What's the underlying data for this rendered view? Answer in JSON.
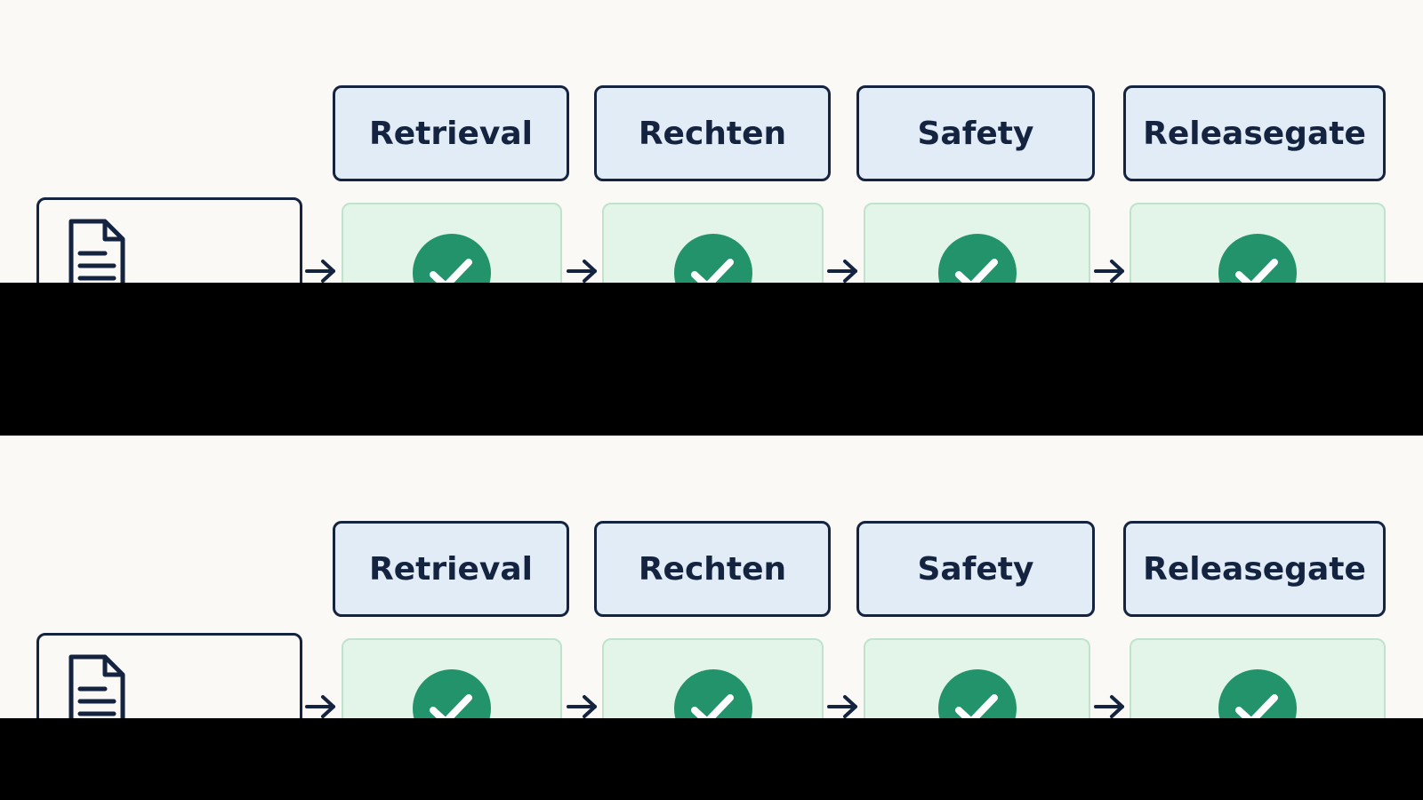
{
  "colors": {
    "background": "#faf9f5",
    "divider_band": "#000000",
    "ink": "#14233f",
    "stage_fill": "#e2ecf6",
    "status_fill": "#e2f5e8",
    "status_border": "#bfe3cc",
    "check_green": "#23936b"
  },
  "icons": {
    "source": "document-icon",
    "flow": "arrow-right-icon",
    "status": "check-circle-icon"
  },
  "panels": [
    {
      "stages": [
        {
          "label": "Retrieval",
          "status": "passed"
        },
        {
          "label": "Rechten",
          "status": "passed"
        },
        {
          "label": "Safety",
          "status": "passed"
        },
        {
          "label": "Releasegate",
          "status": "passed"
        }
      ]
    },
    {
      "stages": [
        {
          "label": "Retrieval",
          "status": "passed"
        },
        {
          "label": "Rechten",
          "status": "passed"
        },
        {
          "label": "Safety",
          "status": "passed"
        },
        {
          "label": "Releasegate",
          "status": "passed"
        }
      ]
    }
  ]
}
